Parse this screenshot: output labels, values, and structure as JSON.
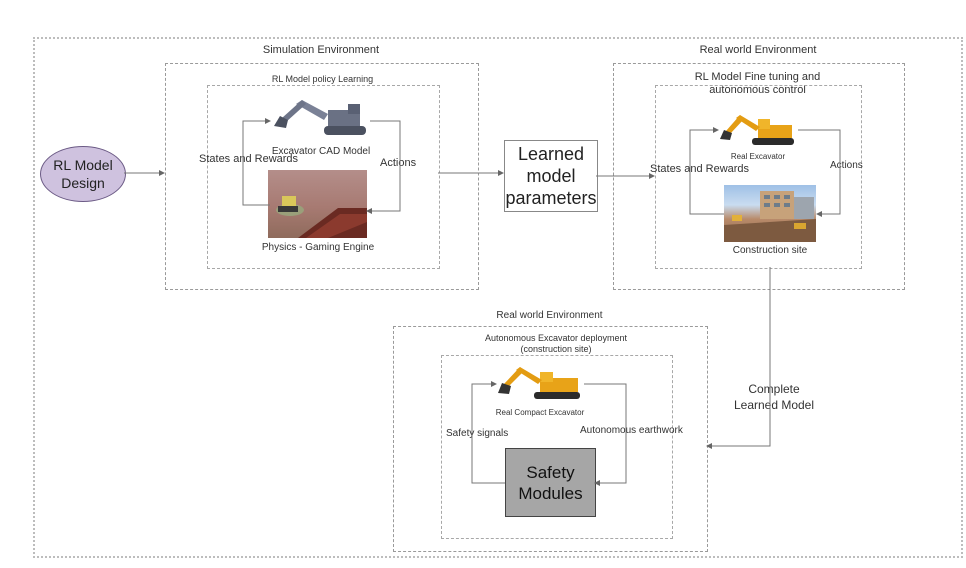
{
  "design": {
    "label": "RL Model\nDesign"
  },
  "simulation": {
    "env_title": "Simulation Environment",
    "panel_title": "RL Model policy Learning",
    "top_image_label": "Excavator CAD Model",
    "bottom_image_label": "Physics - Gaming Engine",
    "left_loop_label": "States and Rewards",
    "right_loop_label": "Actions"
  },
  "learned": {
    "label": "Learned\nmodel\nparameters"
  },
  "realworld_top": {
    "env_title": "Real world Environment",
    "panel_title": "RL Model Fine tuning and\nautonomous control",
    "top_image_label": "Real Excavator",
    "bottom_image_label": "Construction site",
    "left_loop_label": "States and Rewards",
    "right_loop_label": "Actions"
  },
  "complete": {
    "label": "Complete\nLearned Model"
  },
  "deployment": {
    "env_title": "Real world Environment",
    "panel_title": "Autonomous Excavator deployment\n(construction site)",
    "top_image_label": "Real Compact Excavator",
    "left_loop_label": "Safety signals",
    "right_loop_label": "Autonomous earthwork",
    "safety_label": "Safety\nModules"
  },
  "colors": {
    "ellipse_fill": "#cfc2df",
    "safety_fill": "#a6a6a6",
    "excavator_yellow": "#e8a318",
    "cad_gray": "#5a6070"
  },
  "icons": [
    "excavator-cad-image",
    "physics-engine-image",
    "real-excavator-image",
    "construction-site-image",
    "compact-excavator-image"
  ]
}
